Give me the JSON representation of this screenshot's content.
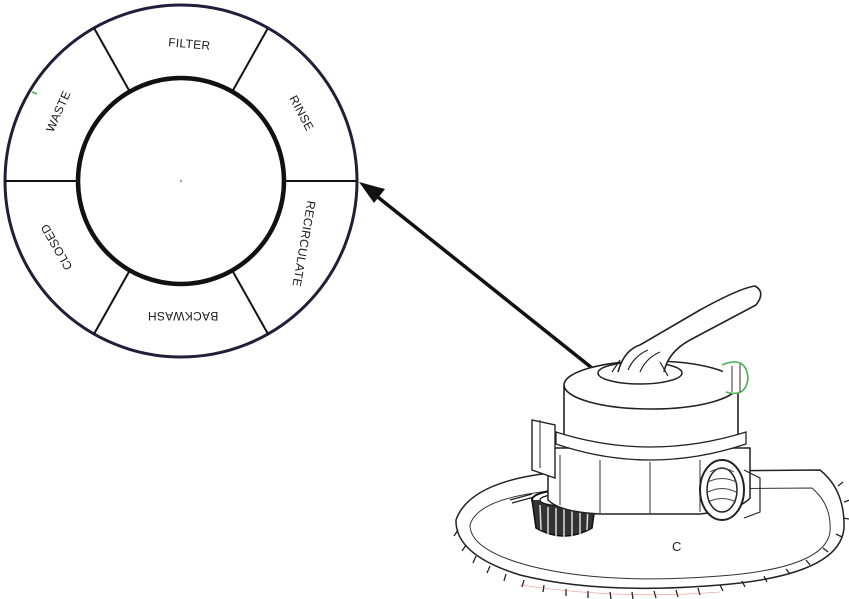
{
  "dial": {
    "positions": [
      {
        "id": "filter",
        "label": "FILTER"
      },
      {
        "id": "rinse",
        "label": "RINSE"
      },
      {
        "id": "recirculate",
        "label": "RECIRCULATE"
      },
      {
        "id": "backwash",
        "label": "BACKWASH"
      },
      {
        "id": "closed",
        "label": "CLOSED"
      },
      {
        "id": "waste",
        "label": "WASTE"
      }
    ]
  },
  "valve": {
    "base_mark": "C"
  },
  "colors": {
    "ring": "#1f1f3a",
    "line": "#111111",
    "accent_green": "#4caf50",
    "accent_red": "#d9534f"
  }
}
